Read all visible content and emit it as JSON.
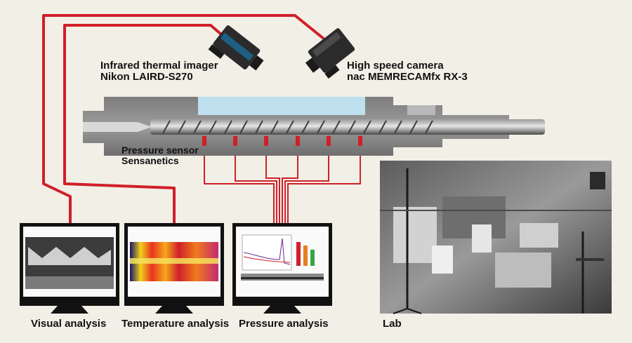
{
  "labels": {
    "thermal_imager_line1": "Infrared thermal imager",
    "thermal_imager_line2": "Nikon  LAIRD-S270",
    "high_speed_line1": "High speed camera",
    "high_speed_line2": "nac  MEMRECAMfx RX-3",
    "pressure_sensor_line1": "Pressure sensor",
    "pressure_sensor_line2": "Sensanetics"
  },
  "monitors": [
    {
      "caption": "Visual analysis"
    },
    {
      "caption": "Temperature analysis"
    },
    {
      "caption": "Pressure analysis"
    }
  ],
  "photo": {
    "caption": "Lab"
  },
  "colors": {
    "background": "#f1efe6",
    "cable": "#d11f2a",
    "barrel": "#8a8a8a",
    "window": "#bfe0ee",
    "monitor_frame": "#111111"
  }
}
